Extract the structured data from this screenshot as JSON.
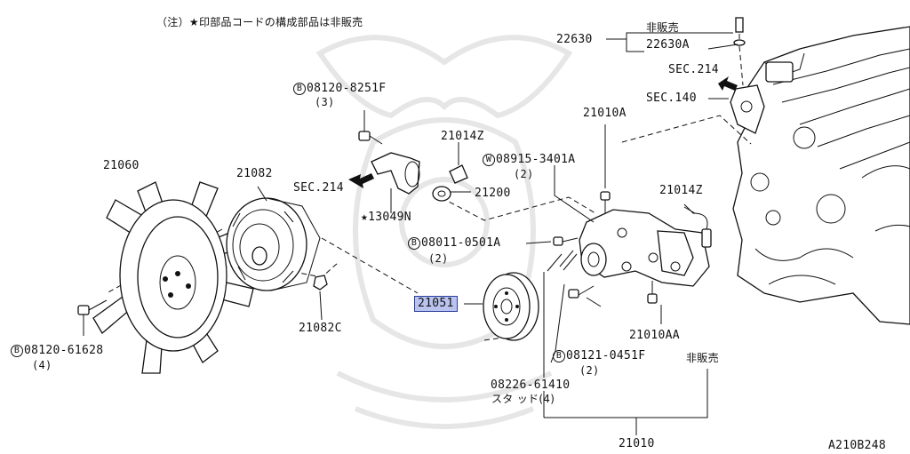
{
  "note": "（注）★印部品コードの構成部品は非販売",
  "labels": {
    "p22630": "22630",
    "p22630_not_for_sale": "非販売",
    "p22630a": "22630A",
    "sec214_right": "SEC.214",
    "sec140": "SEC.140",
    "bolt_08120_8251f_code": "08120-8251F",
    "bolt_08120_8251f_qty": "(3)",
    "p21014z_top": "21014Z",
    "p21010a": "21010A",
    "washer_08915_code": "08915-3401A",
    "washer_08915_qty": "(2)",
    "p21060": "21060",
    "p21082": "21082",
    "sec214_left": "SEC.214",
    "p21200": "21200",
    "p13049n": "★13049N",
    "p21014z_right": "21014Z",
    "bolt_08011_code": "08011-0501A",
    "bolt_08011_qty": "(2)",
    "p21051": "21051",
    "p21082c": "21082C",
    "p21010aa": "21010AA",
    "bolt_08120_61628_code": "08120-61628",
    "bolt_08120_61628_qty": "(4)",
    "bolt_08121_code": "08121-0451F",
    "bolt_08121_qty": "(2)",
    "not_for_sale": "非販売",
    "stud_code": "08226-61410",
    "stud_desc": "スタ ッド(4)",
    "p21010": "21010",
    "figure_code": "A210B248"
  },
  "markers": {
    "bolt_symbol": "B",
    "washer_symbol": "W"
  },
  "highlight_color": "#b9c3ee",
  "highlight_border": "#2a3f9e",
  "icons": [
    "arrow-left-icon",
    "arrow-right-icon",
    "watermark-emblem"
  ]
}
